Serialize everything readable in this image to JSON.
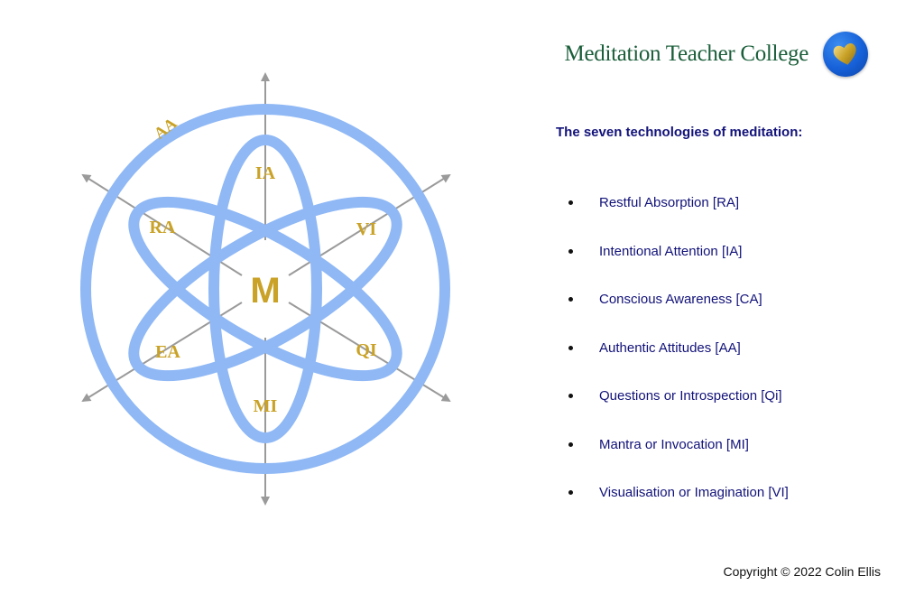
{
  "header": {
    "title": "Meditation Teacher College",
    "logo_icon": "golden-heart-icon"
  },
  "diagram": {
    "center_label": "M",
    "outer_label": "AA",
    "node_labels": {
      "top": "IA",
      "bottom": "MI",
      "upper_left": "RA",
      "upper_right": "VI",
      "lower_left": "EA",
      "lower_right": "QI"
    },
    "colors": {
      "ring": "#8fb8f5",
      "label_gold": "#c9a227",
      "arrow_gray": "#9a9a9a"
    }
  },
  "content": {
    "heading": "The seven technologies of meditation:",
    "items": [
      "Restful Absorption [RA]",
      "Intentional Attention [IA]",
      "Conscious Awareness [CA]",
      "Authentic Attitudes [AA]",
      "Questions or Introspection [Qi]",
      "Mantra or Invocation [MI]",
      "Visualisation or Imagination [VI]"
    ]
  },
  "footer": {
    "copyright": "Copyright © 2022 Colin Ellis"
  }
}
